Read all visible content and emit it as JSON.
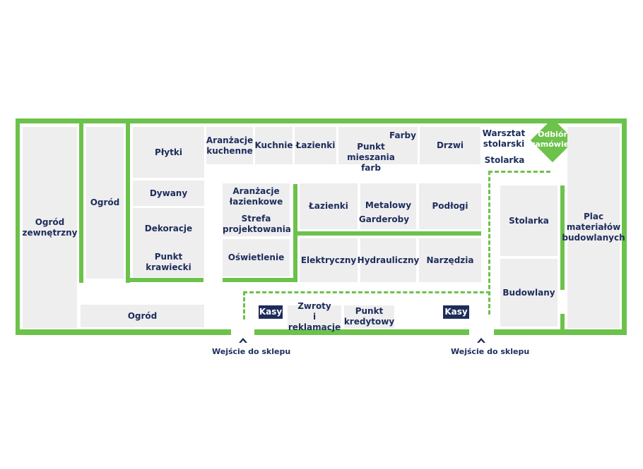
{
  "colors": {
    "accent_green": "#6cc24a",
    "navy": "#1d2c5b",
    "zone_grey": "#eeeeef"
  },
  "zones": {
    "ogrod_zewnetrzny": "Ogród\nzewnętrzny",
    "ogrod_left": "Ogród",
    "plytki": "Płytki",
    "dywany": "Dywany",
    "dekoracje": "Dekoracje",
    "punkt_krawiecki": "Punkt\nkrawiecki",
    "aranzacje_kuchenne": "Aranżacje\nkuchenne",
    "kuchnie": "Kuchnie",
    "lazienki_top": "Łazienki",
    "punkt_mieszania_farb": "Punkt\nmieszania farb",
    "farby": "Farby",
    "drzwi": "Drzwi",
    "warsztat_stolarski": "Warsztat\nstolarski",
    "stolarka_top": "Stolarka",
    "odbior_zamowien": "Odbiór\nzamówień",
    "aranzacje_lazienkowe": "Aranżacje\nłazienkowe",
    "strefa_projektowania": "Strefa\nprojektowania",
    "oswietlenie": "Oświetlenie",
    "lazienki_mid": "Łazienki",
    "metalowy": "Metalowy",
    "garderoby": "Garderoby",
    "podlogi": "Podłogi",
    "elektryczny": "Elektryczny",
    "hydrauliczny": "Hydrauliczny",
    "narzedzia": "Narzędzia",
    "stolarka_right": "Stolarka",
    "budowlany": "Budowlany",
    "plac_materialow": "Plac\nmateriałów\nbudowlanych",
    "ogrod_bottom": "Ogród",
    "kasy_left": "Kasy",
    "zwroty": "Zwroty\ni reklamacje",
    "punkt_kredytowy": "Punkt\nkredytowy",
    "kasy_right": "Kasy"
  },
  "entrances": {
    "left": "Wejście do sklepu",
    "right": "Wejście do sklepu"
  }
}
